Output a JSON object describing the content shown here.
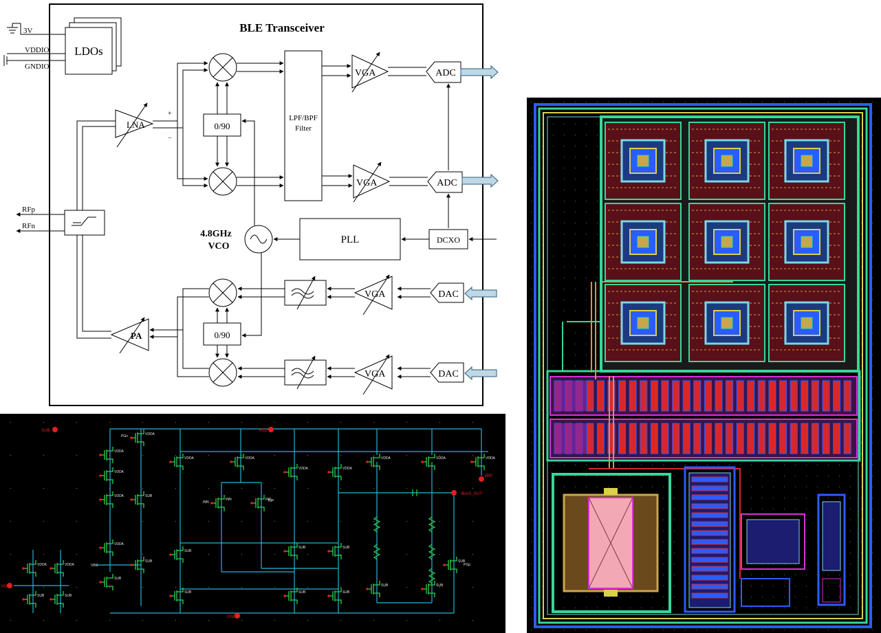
{
  "block_diagram": {
    "title": "BLE Transceiver",
    "supply": {
      "v3": "3V",
      "vddio": "VDDIO",
      "gndio": "GNDIO"
    },
    "ldos": "LDOs",
    "lna": "LNA",
    "pa": "PA",
    "lna_plus": "+",
    "lna_minus": "−",
    "phase_top": "0/90",
    "phase_bottom": "0/90",
    "filter": [
      "LPF/BPF",
      "Filter"
    ],
    "vga_labels": [
      "VGA",
      "VGA",
      "VGA",
      "VGA"
    ],
    "adc_labels": [
      "ADC",
      "ADC"
    ],
    "dac_labels": [
      "DAC",
      "DAC"
    ],
    "vco": [
      "4.8GHz",
      "VCO"
    ],
    "pll": "PLL",
    "dcxo": "DCXO",
    "rfp": "RFp",
    "rfn": "RFn"
  },
  "schematic": {
    "labels": {
      "sub": "SUB",
      "vdda": "VDDA",
      "vdd": "VDD",
      "pgn": "PGn",
      "pgp": "PGp",
      "pg": "PG",
      "inn": "INN",
      "inp": "INP",
      "vbg": "VBG",
      "gnd": "GND",
      "ibias": "IBIAS_OUT",
      "vbp": "VBP"
    }
  },
  "colors": {
    "schematic_bg": "#000000",
    "wire": "#27b6d6",
    "device": "#2fd44f",
    "pin": "#e02020",
    "layout_m1": "#2a5cff",
    "layout_poly": "#d8272b",
    "layout_m2": "#7cd7e6",
    "layout_m3": "#c9a64a",
    "layout_cap": "#f3a8b6"
  }
}
